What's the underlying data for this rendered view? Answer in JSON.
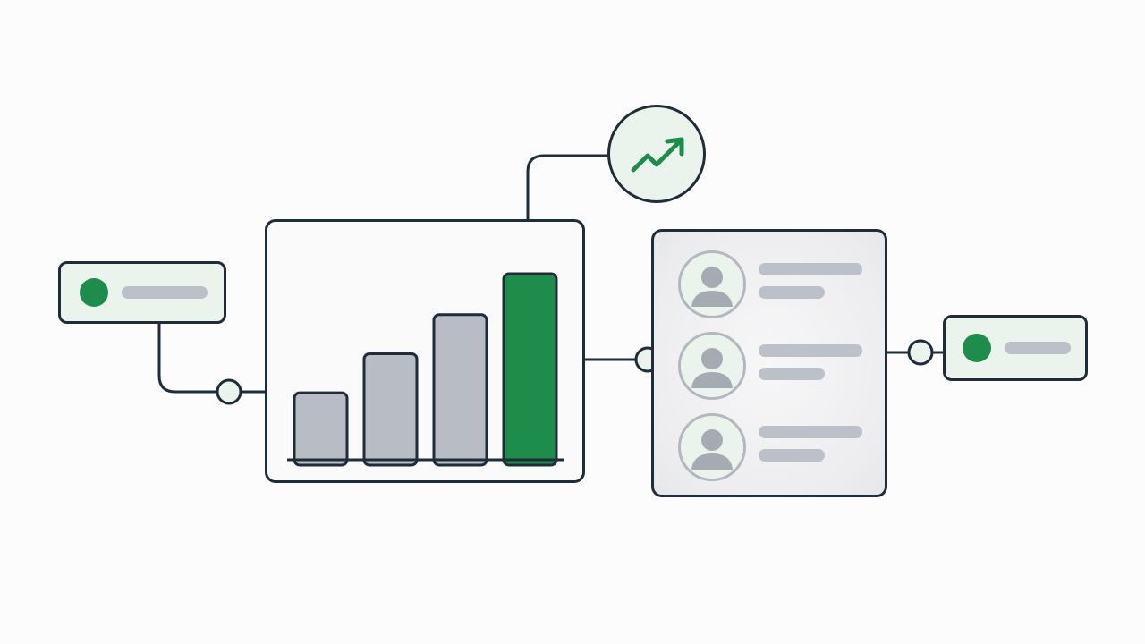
{
  "colors": {
    "outline": "#1f2d3a",
    "accent_green": "#1e8c4a",
    "pale_green": "#eaf4ec",
    "bar_gray": "#b8bcc5",
    "placeholder_gray": "#bcc0c8"
  },
  "left_status": {
    "dot_color": "#1e8c4a",
    "icon": "status-dot"
  },
  "right_status": {
    "dot_color": "#1e8c4a",
    "icon": "status-dot"
  },
  "trend_badge": {
    "icon": "trending-up-arrow-icon",
    "color": "#1e8c4a"
  },
  "chart_data": {
    "type": "bar",
    "categories": [
      "",
      "",
      "",
      ""
    ],
    "values": [
      36,
      57,
      78,
      100
    ],
    "highlight_index": 3,
    "bar_colors": [
      "#b8bcc5",
      "#b8bcc5",
      "#b8bcc5",
      "#1e8c4a"
    ],
    "ylim": [
      0,
      100
    ],
    "grid": false,
    "title": "",
    "xlabel": "",
    "ylabel": ""
  },
  "user_list": {
    "rows": [
      {
        "avatar_icon": "user-avatar-icon"
      },
      {
        "avatar_icon": "user-avatar-icon"
      },
      {
        "avatar_icon": "user-avatar-icon"
      }
    ]
  }
}
